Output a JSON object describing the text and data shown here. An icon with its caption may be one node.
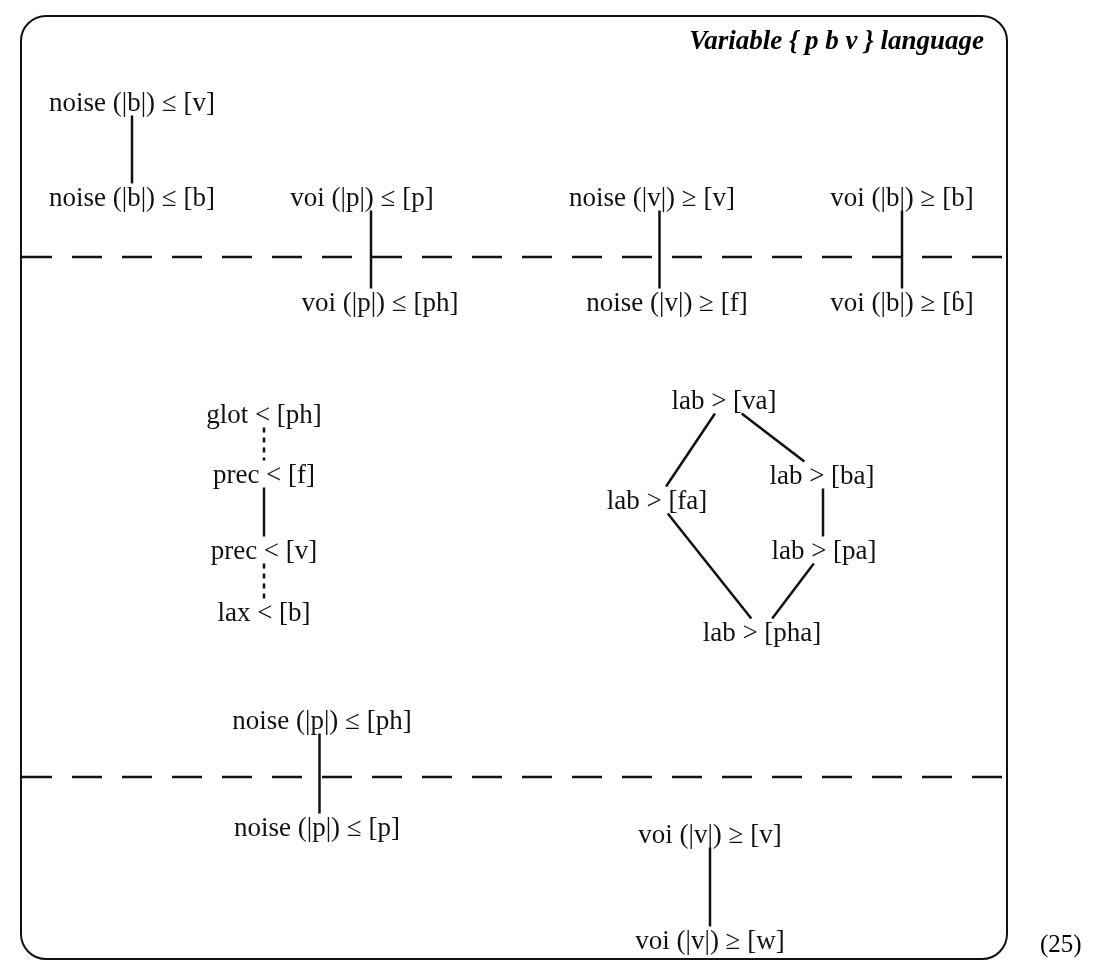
{
  "diagram": {
    "nodes": [
      {
        "text": [
          "Variable { p b v } language"
        ]
      },
      {
        "text": [
          "noise (|b|) ≤ [v]"
        ],
        "in": 0
      },
      {
        "text": [
          "noise (|b|) ≤ [b]"
        ],
        "in": 0
      },
      {
        "text": [
          "voi (|p|) ≤ [p]"
        ],
        "in": 0
      },
      {
        "text": [
          "noise (|v|) ≥ [v]"
        ],
        "in": 0
      },
      {
        "text": [
          "voi (|b|) ≥ [b]"
        ],
        "in": 0
      },
      {
        "text": [
          "voi (|p|) ≤ [ph]"
        ],
        "in": 0
      },
      {
        "text": [
          "noise (|v|) ≥ [f]"
        ],
        "in": 0
      },
      {
        "text": [
          "voi (|b|) ≥ [ɓ]"
        ],
        "in": 0
      },
      {
        "text": [
          "glot < [ph]"
        ],
        "in": 0
      },
      {
        "text": [
          "prec < [f]"
        ],
        "in": 0
      },
      {
        "text": [
          "prec < [v]"
        ],
        "in": 0
      },
      {
        "text": [
          "lax < [b]"
        ],
        "in": 0
      },
      {
        "text": [
          "lab > [va]"
        ],
        "in": 0
      },
      {
        "text": [
          "lab > [fa]"
        ],
        "in": 0
      },
      {
        "text": [
          "lab > [ba]"
        ],
        "in": 0
      },
      {
        "text": [
          "lab > [pa]"
        ],
        "in": 0
      },
      {
        "text": [
          "lab > [pha]"
        ],
        "in": 0
      },
      {
        "text": [
          "noise (|p|) ≤ [ph]"
        ],
        "in": 0
      },
      {
        "text": [
          "noise (|p|) ≤ [p]"
        ],
        "in": 0
      },
      {
        "text": [
          "voi (|v|) ≥ [v]"
        ],
        "in": 0
      },
      {
        "text": [
          "voi (|v|) ≥ [w]"
        ],
        "in": 0
      }
    ],
    "edges": [
      {
        "from": 1,
        "to": 2,
        "arrow": "none"
      },
      {
        "from": 3,
        "to": 6,
        "arrow": "none"
      },
      {
        "from": 4,
        "to": 7,
        "arrow": "none"
      },
      {
        "from": 5,
        "to": 8,
        "arrow": "none"
      },
      {
        "from": 9,
        "to": 10,
        "arrow": "none",
        "style": "dashed"
      },
      {
        "from": 10,
        "to": 11,
        "arrow": "none"
      },
      {
        "from": 11,
        "to": 12,
        "arrow": "none",
        "style": "dashed"
      },
      {
        "from": 13,
        "to": 14,
        "arrow": "none"
      },
      {
        "from": 13,
        "to": 15,
        "arrow": "none"
      },
      {
        "from": 15,
        "to": 16,
        "arrow": "none"
      },
      {
        "from": 14,
        "to": 17,
        "arrow": "none"
      },
      {
        "from": 16,
        "to": 17,
        "arrow": "none"
      },
      {
        "from": 18,
        "to": 19,
        "arrow": "none"
      },
      {
        "from": 20,
        "to": 21,
        "arrow": "none"
      }
    ],
    "labels": [
      "(25)"
    ]
  }
}
